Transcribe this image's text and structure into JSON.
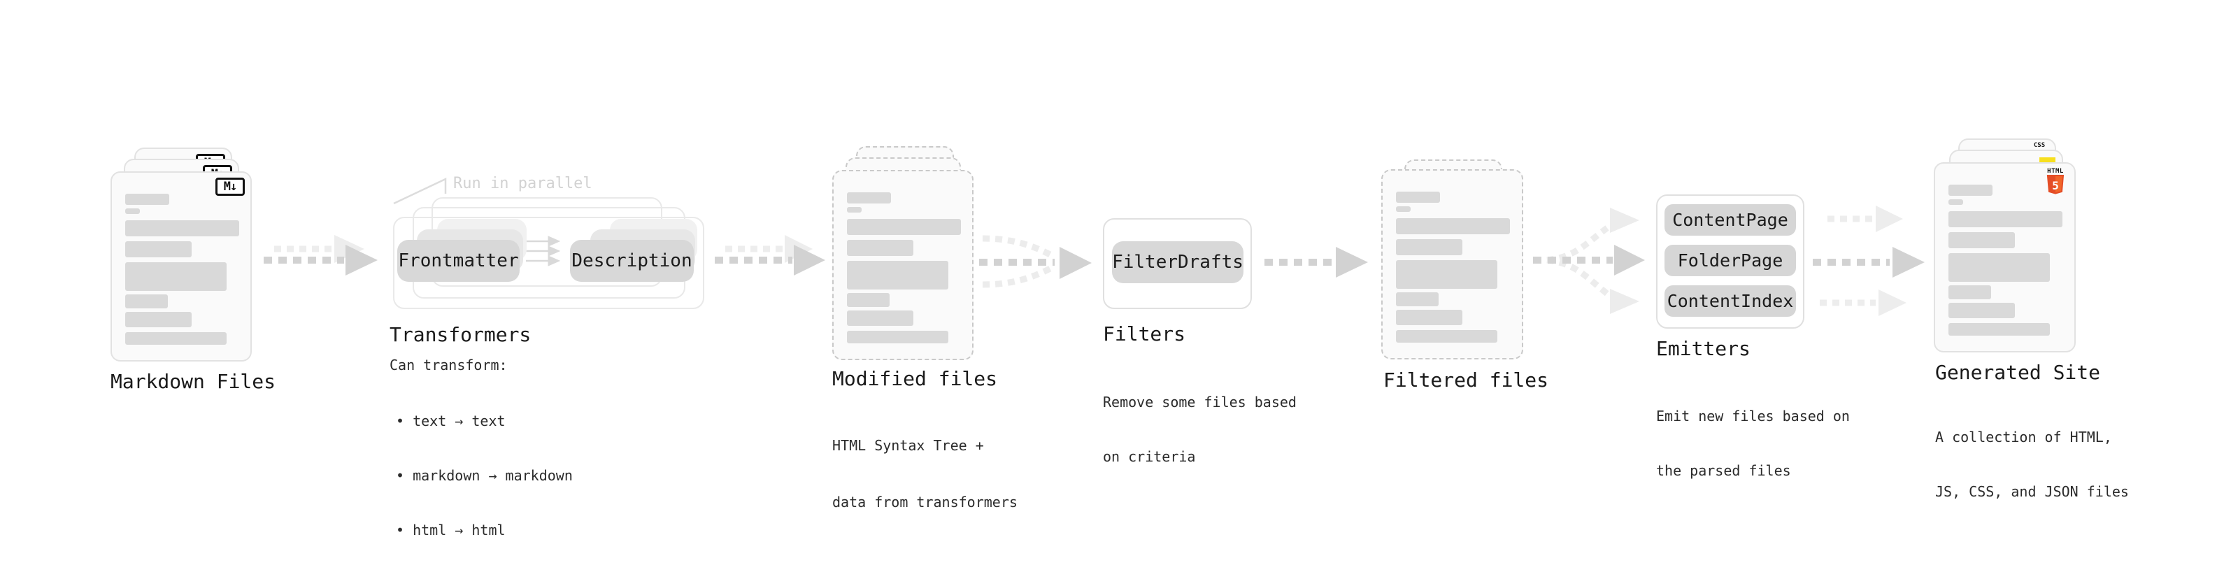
{
  "markdown_files": {
    "label": "Markdown Files",
    "badge": "M↓"
  },
  "transformers": {
    "annotation": "Run in parallel",
    "pills": [
      "Frontmatter",
      "Description"
    ],
    "title": "Transformers",
    "desc_heading": "Can transform:",
    "bullet_char": "•",
    "bullets": [
      "text → text",
      "markdown → markdown",
      "html → html"
    ]
  },
  "modified_files": {
    "label": "Modified files",
    "desc": [
      "HTML Syntax Tree +",
      "data from transformers"
    ]
  },
  "filters": {
    "title": "Filters",
    "pills": [
      "FilterDrafts"
    ],
    "desc": [
      "Remove some files based",
      "on criteria"
    ]
  },
  "filtered_files": {
    "label": "Filtered files"
  },
  "emitters": {
    "title": "Emitters",
    "pills": [
      "ContentPage",
      "FolderPage",
      "ContentIndex"
    ],
    "desc": [
      "Emit new files based on",
      "the parsed files"
    ]
  },
  "generated_site": {
    "label": "Generated Site",
    "desc": [
      "A collection of HTML,",
      "JS, CSS, and JSON files"
    ],
    "badges": {
      "css_label": "CSS",
      "html_label": "HTML",
      "html5_numeral": "5"
    }
  },
  "colors": {
    "html5_orange": "#e44d26",
    "html5_orange_light": "#f16529",
    "js_yellow": "#f7df1e",
    "css_blue": "#2b6cf5",
    "card_border": "#e2e2e2",
    "dashed_border": "#c9c9c9",
    "content_bar": "#d9d9d9",
    "pill_fill": "#d8d8d8",
    "arrow_gray": "#d2d2d2",
    "arrow_faint": "#ececec",
    "text_dark": "#1a1a1a",
    "annotation_gray": "#d2d2d2"
  }
}
